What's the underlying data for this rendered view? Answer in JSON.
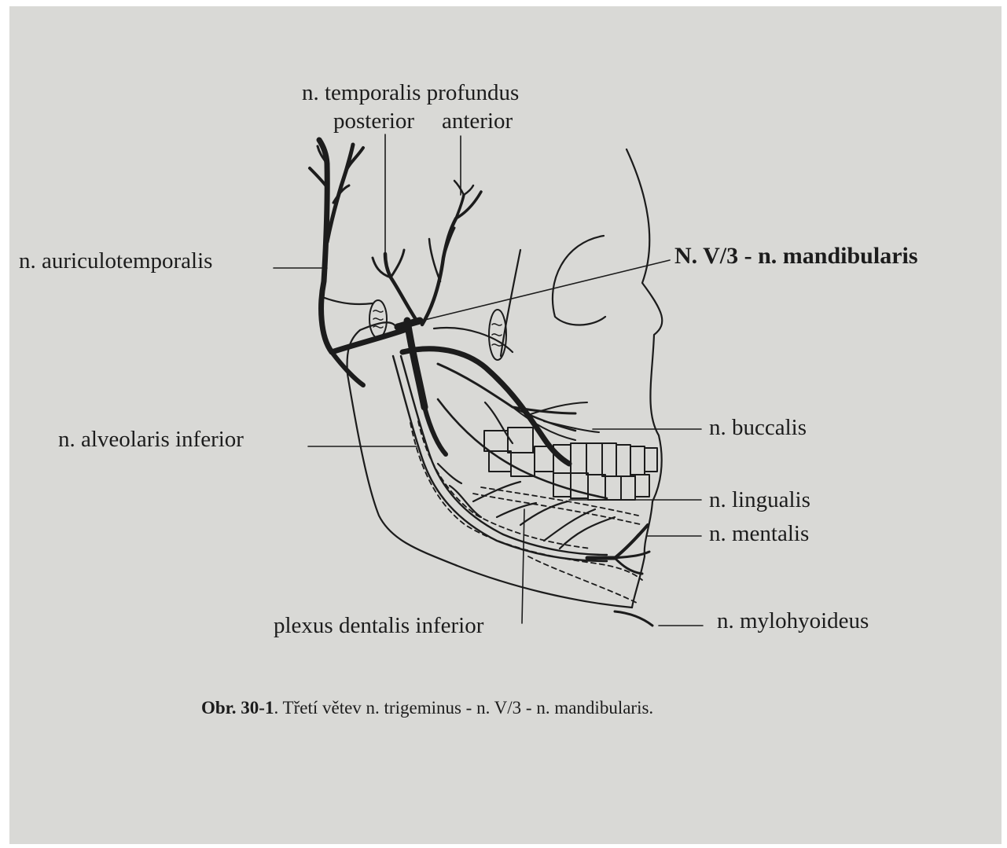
{
  "labels": {
    "temporalis_title": "n. temporalis profundus",
    "temporalis_posterior": "posterior",
    "temporalis_anterior": "anterior",
    "auriculotemporalis": "n. auriculotemporalis",
    "mandibularis": "N. V/3 - n. mandibularis",
    "alveolaris_inferior": "n. alveolaris inferior",
    "buccalis": "n. buccalis",
    "lingualis": "n. lingualis",
    "mentalis": "n. mentalis",
    "plexus_dentalis": "plexus dentalis inferior",
    "mylohyoideus": "n. mylohyoideus"
  },
  "caption": {
    "figure_number": "Obr. 30-1",
    "text": ". Třetí větev n. trigeminus - n. V/3 - n. mandibularis."
  },
  "colors": {
    "page": "#d9d9d6",
    "ink": "#1c1c1c"
  }
}
